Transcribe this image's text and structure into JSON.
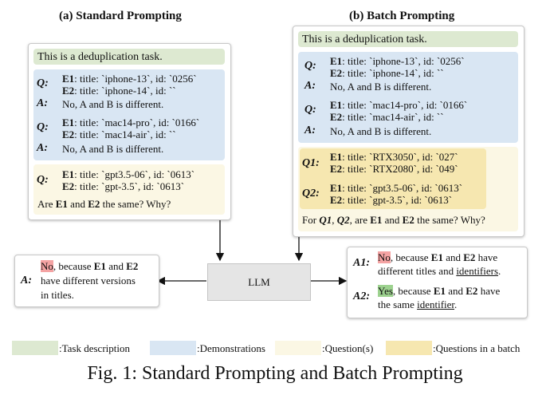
{
  "left_title": "(a) Standard Prompting",
  "right_title": "(b) Batch Prompting",
  "task_text": "This is a deduplication task.",
  "label_q": "Q:",
  "label_a": "A:",
  "label_q1": "Q1:",
  "label_q2": "Q2:",
  "label_a1": "A1:",
  "label_a2": "A2:",
  "e1": "E1",
  "e2": "E2",
  "demo1_e1": ": title: `iphone-13`, id: `0256`",
  "demo1_e2_left": ": title: `iphone-14`, id: ``",
  "demo1_e2_right": ": title: `iphone-14`, id: ``",
  "demo_answer": "No, A and B is different.",
  "demo2_e1": ": title: `mac14-pro`, id: `0166`",
  "demo2_e2_left": ": title: `mac14-air`, id: ``",
  "demo2_e2_right": ": title: `mac14-air`, id: ``",
  "q_e1": ": title: `gpt3.5-06`, id: `0613`",
  "q_e2": ": title: `gpt-3.5`, id: `0613`",
  "question_left_pre": "Are ",
  "question_and": " and ",
  "question_left_post": " the same? Why?",
  "bq1_e1": ": title: `RTX3050`, id: `027`",
  "bq1_e2": ": title: `RTX2080`, id: `049`",
  "question_right_pre": "For ",
  "question_right_q1": "Q1",
  "question_right_comma": ", ",
  "question_right_q2": "Q2",
  "question_right_mid": ", are ",
  "question_right_post": " the same? Why?",
  "llm_label": "LLM",
  "ans_no": "No",
  "ans_yes": "Yes",
  "ans_because": ", because ",
  "ans_left_have": " have",
  "ans_left_line2": "have different versions",
  "ans_left_line3": "in titles.",
  "ans_right1_have": " have",
  "ans_right1_line2_pre": "different titles and ",
  "ans_right1_line2_u": "identifiers",
  "ans_right1_line2_post": ".",
  "ans_right2_have": " have",
  "ans_right2_line2_pre": "the same ",
  "ans_right2_line2_u": "identifier",
  "ans_right2_line2_post": ".",
  "legend": [
    {
      "label": ":Task description",
      "color": "#dde9d1"
    },
    {
      "label": ":Demonstrations",
      "color": "#d9e6f3"
    },
    {
      "label": ":Question(s)",
      "color": "#fbf7e4"
    },
    {
      "label": ":Questions in a batch",
      "color": "#f6e7b0"
    }
  ],
  "caption": "Fig. 1: Standard Prompting and Batch Prompting"
}
